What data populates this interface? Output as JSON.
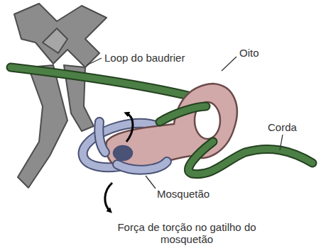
{
  "diagram": {
    "labels": [
      "Loop do baudrier",
      "Oito",
      "Corda",
      "Mosquetão",
      "Força de torção no gatilho do mosquetão"
    ]
  }
}
